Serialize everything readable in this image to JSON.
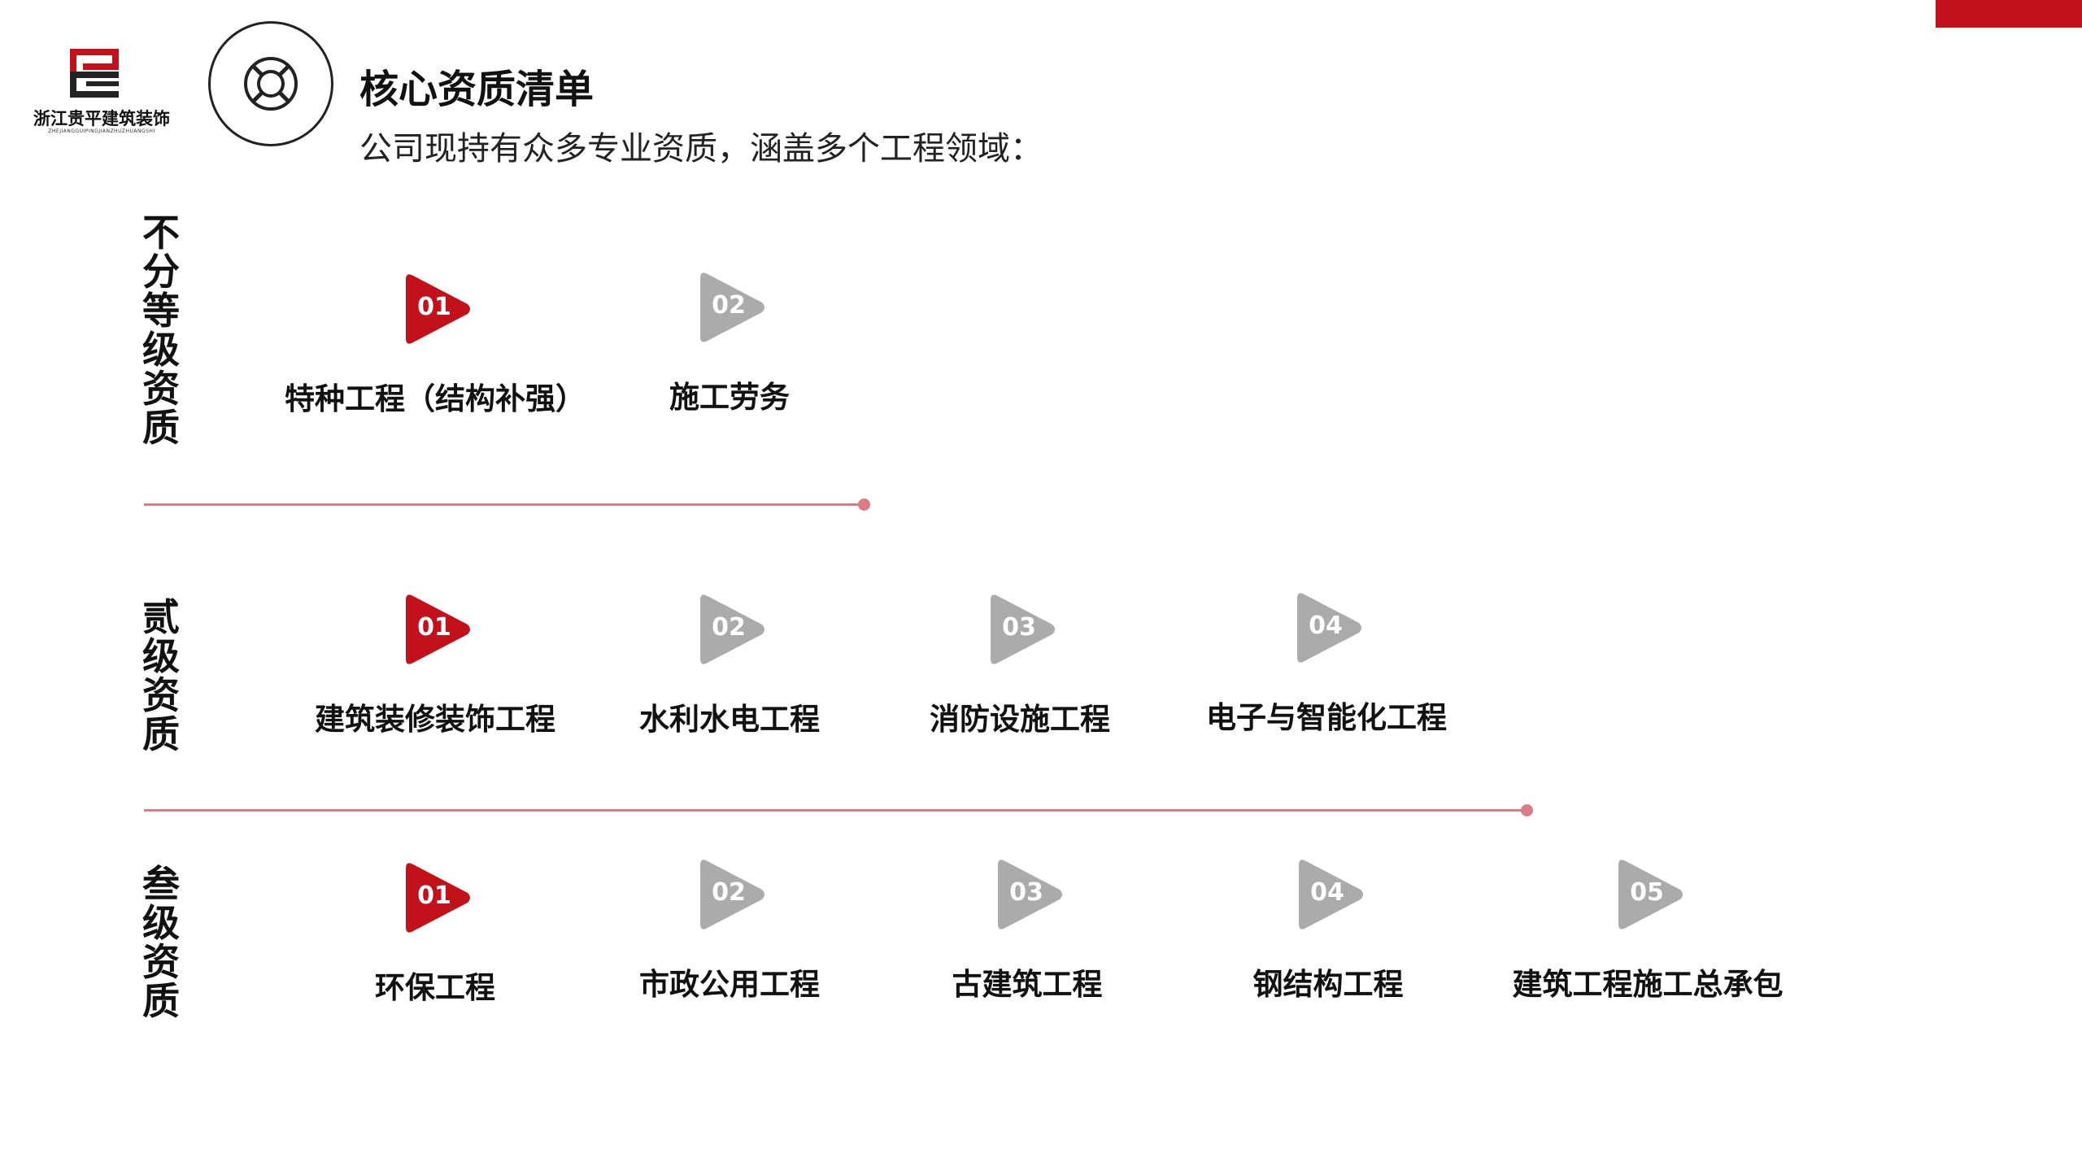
{
  "logo": {
    "company_cn": "浙江贵平建筑装饰",
    "company_en": "ZHEJIANGGUIPINGJIANZHUZHUANGSHI"
  },
  "header": {
    "title": "核心资质清单",
    "subtitle": "公司现持有众多专业资质，涵盖多个工程领域："
  },
  "colors": {
    "accent": "#c3111c",
    "inactive": "#ababab",
    "divider": "#dc7d85"
  },
  "sections": [
    {
      "label": "不分等级资质",
      "items": [
        {
          "num": "01",
          "label": "特种工程（结构补强）"
        },
        {
          "num": "02",
          "label": "施工劳务"
        }
      ]
    },
    {
      "label": "贰级资质",
      "items": [
        {
          "num": "01",
          "label": "建筑装修装饰工程"
        },
        {
          "num": "02",
          "label": "水利水电工程"
        },
        {
          "num": "03",
          "label": "消防设施工程"
        },
        {
          "num": "04",
          "label": "电子与智能化工程"
        }
      ]
    },
    {
      "label": "叁级资质",
      "items": [
        {
          "num": "01",
          "label": "环保工程"
        },
        {
          "num": "02",
          "label": "市政公用工程"
        },
        {
          "num": "03",
          "label": "古建筑工程"
        },
        {
          "num": "04",
          "label": "钢结构工程"
        },
        {
          "num": "05",
          "label": "建筑工程施工总承包"
        }
      ]
    }
  ]
}
